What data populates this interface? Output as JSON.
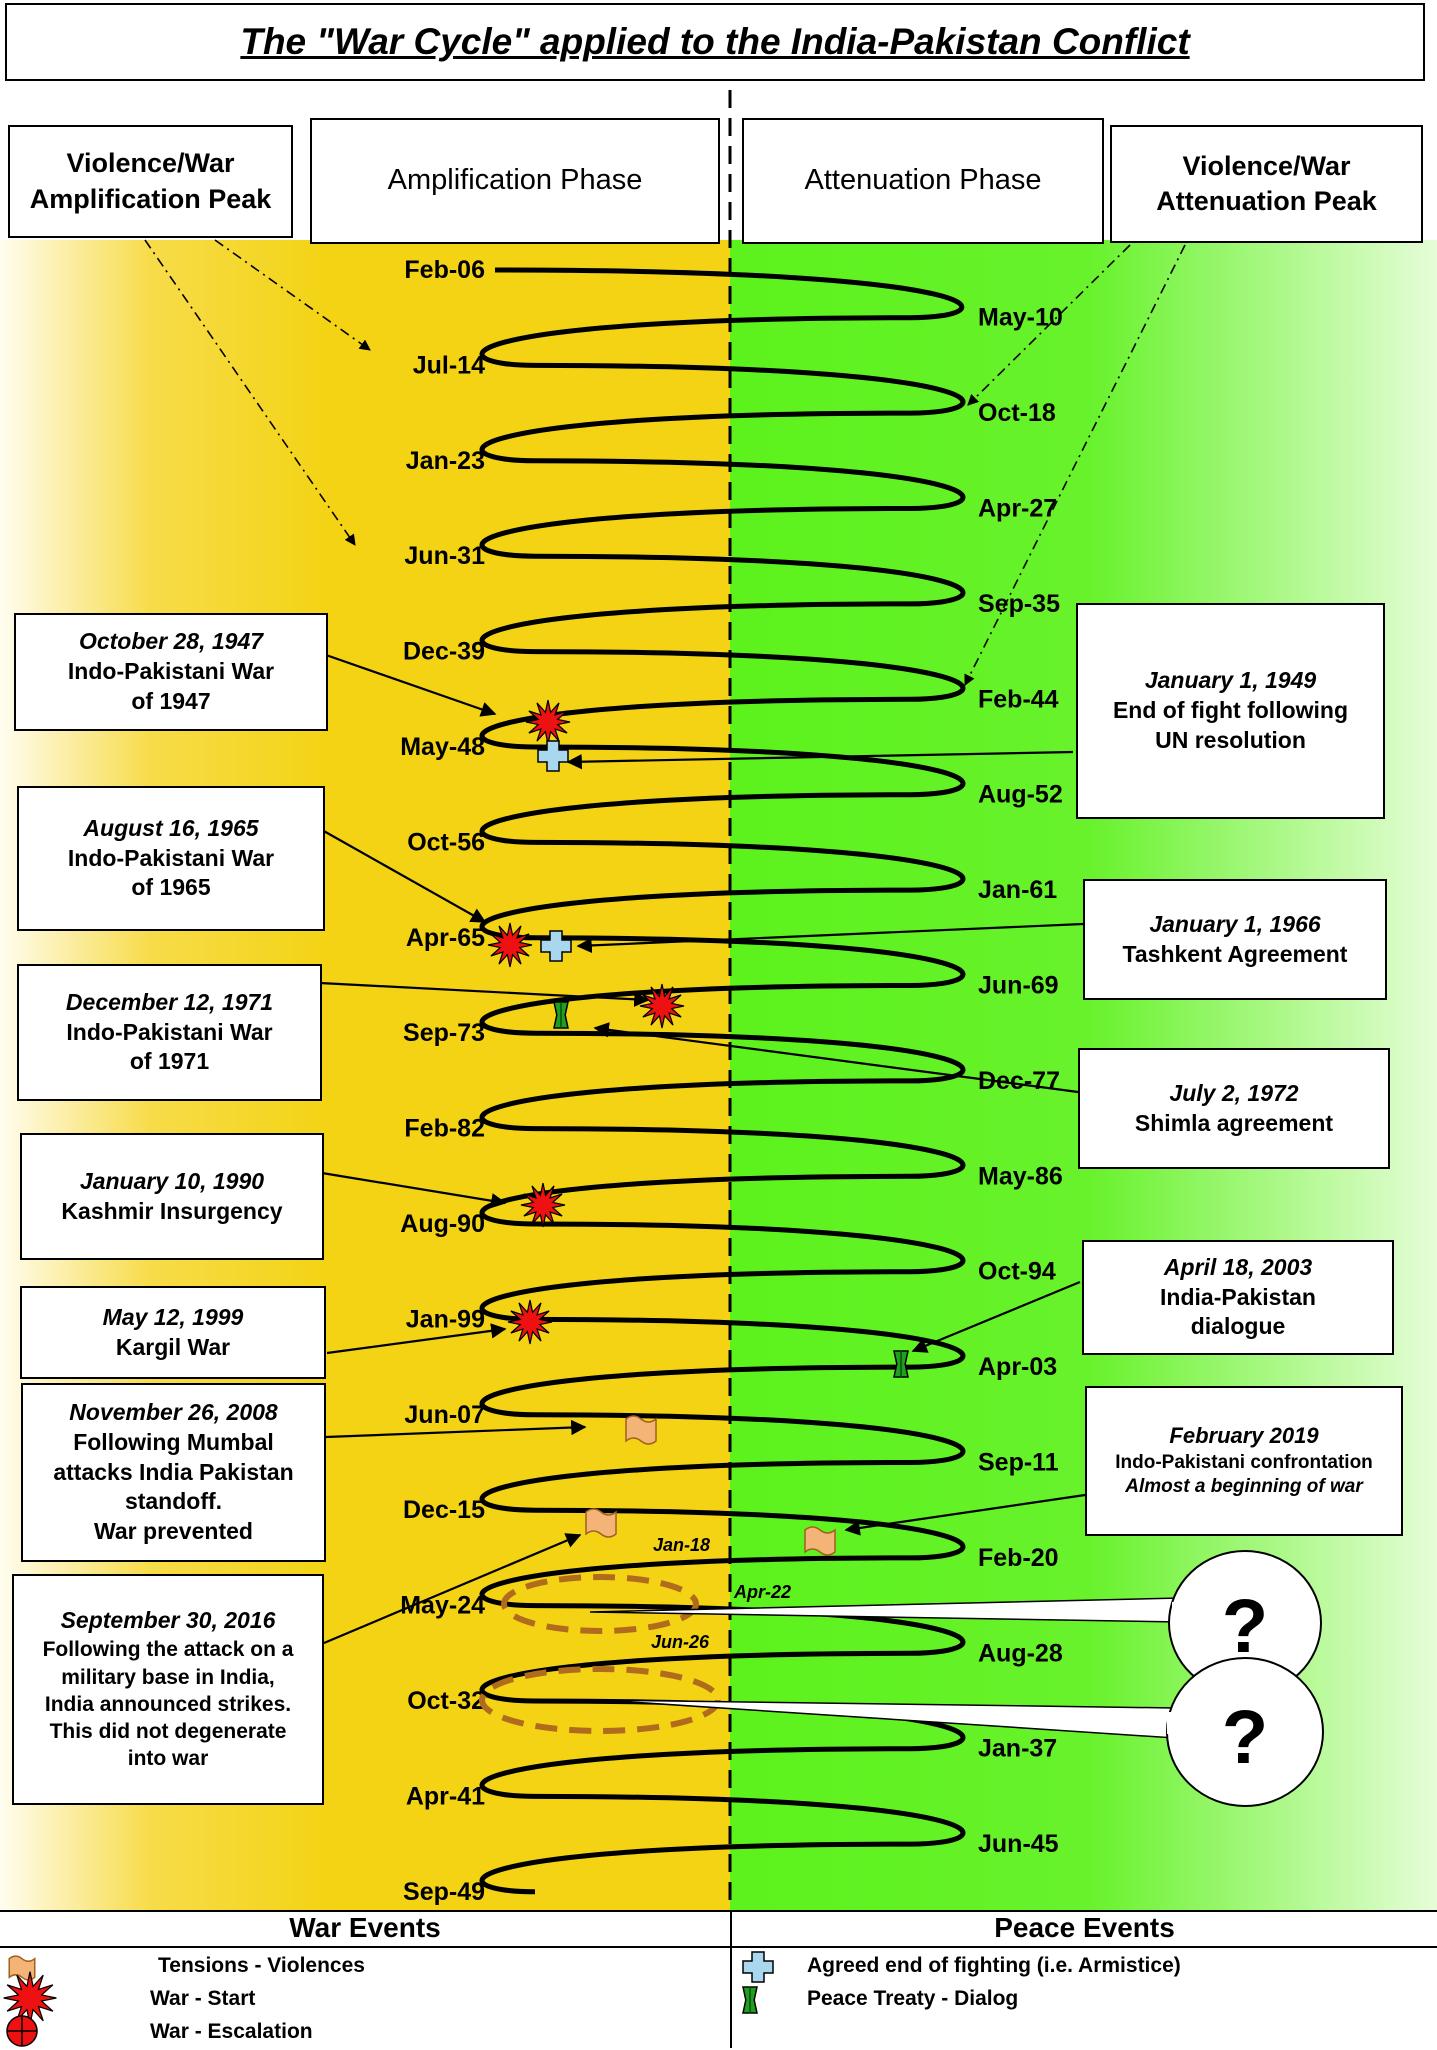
{
  "title": "The \"War Cycle\" applied to the India-Pakistan Conflict",
  "headers": {
    "amp_peak": [
      "Violence/War",
      "Amplification Peak"
    ],
    "amp_phase": "Amplification Phase",
    "att_phase": "Attenuation Phase",
    "att_peak": [
      "Violence/War",
      "Attenuation Peak"
    ]
  },
  "dates_left": [
    "Feb-06",
    "Jul-14",
    "Jan-23",
    "Jun-31",
    "Dec-39",
    "May-48",
    "Oct-56",
    "Apr-65",
    "Sep-73",
    "Feb-82",
    "Aug-90",
    "Jan-99",
    "Jun-07",
    "Dec-15",
    "May-24",
    "Oct-32",
    "Apr-41",
    "Sep-49"
  ],
  "dates_right": [
    "May-10",
    "Oct-18",
    "Apr-27",
    "Sep-35",
    "Feb-44",
    "Aug-52",
    "Jan-61",
    "Jun-69",
    "Dec-77",
    "May-86",
    "Oct-94",
    "Apr-03",
    "Sep-11",
    "Feb-20",
    "Aug-28",
    "Jan-37",
    "Jun-45"
  ],
  "small_dates": {
    "jan18": "Jan-18",
    "apr22": "Apr-22",
    "jun26": "Jun-26"
  },
  "events": {
    "w1947": {
      "date": "October 28, 1947",
      "lines": [
        "Indo-Pakistani War",
        "of 1947"
      ]
    },
    "w1965": {
      "date": "August 16, 1965",
      "lines": [
        "Indo-Pakistani War",
        "of 1965"
      ]
    },
    "w1971": {
      "date": "December 12, 1971",
      "lines": [
        "Indo-Pakistani War",
        "of 1971"
      ]
    },
    "k1990": {
      "date": "January 10, 1990",
      "lines": [
        "Kashmir Insurgency"
      ]
    },
    "k1999": {
      "date": "May 12, 1999",
      "lines": [
        "Kargil War"
      ]
    },
    "m2008": {
      "date": "November 26, 2008",
      "lines": [
        "Following Mumbal",
        "attacks India Pakistan",
        "standoff.",
        "War prevented"
      ]
    },
    "s2016": {
      "date": "September 30, 2016",
      "lines": [
        "Following the attack on a",
        "military base in India,",
        "India announced strikes.",
        "This did not degenerate",
        "into war"
      ]
    },
    "p1949": {
      "date": "January 1, 1949",
      "lines": [
        "End of fight following",
        "UN resolution"
      ]
    },
    "p1966": {
      "date": "January 1, 1966",
      "lines": [
        "Tashkent Agreement"
      ]
    },
    "p1972": {
      "date": "July 2, 1972",
      "lines": [
        "Shimla agreement"
      ]
    },
    "p2003": {
      "date": "April 18, 2003",
      "lines": [
        "India-Pakistan",
        "dialogue"
      ]
    },
    "c2019": {
      "date": "February 2019",
      "lines": [
        "Indo-Pakistani confrontation"
      ],
      "italic_line": "Almost a beginning of war"
    }
  },
  "question_mark": "?",
  "legend": {
    "war_title": "War Events",
    "peace_title": "Peace Events",
    "war_items": [
      "Tensions - Violences",
      "War - Start",
      "War - Escalation"
    ],
    "peace_items": [
      "Agreed end of fighting (i.e. Armistice)",
      "Peace Treaty - Dialog"
    ]
  },
  "colors": {
    "amplification_bg": "#f3d313",
    "attenuation_bg": "#5cf21c",
    "war_marker": "#ee1111",
    "armistice_marker": "#a9d8ee",
    "treaty_marker": "#1f9e1f",
    "tension_marker": "#f5b477",
    "future_cycle": "#b06b1c"
  }
}
